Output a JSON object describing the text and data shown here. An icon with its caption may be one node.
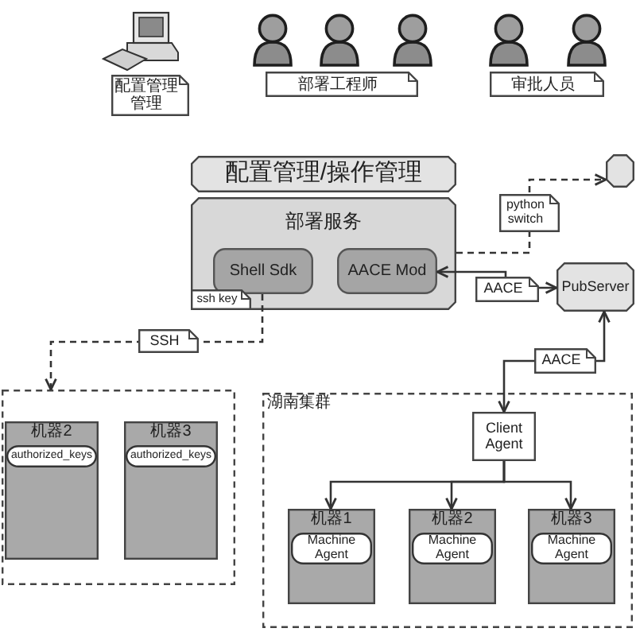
{
  "diagram": {
    "nodes": [
      {
        "text": [
          "配置管理管理"
        ]
      },
      {
        "text": [
          "部署工程师"
        ]
      },
      {
        "text": [
          "审批人员"
        ]
      },
      {
        "text": [
          "配置管理/操作管理"
        ]
      },
      {
        "text": [],
        "shape": "octagon"
      },
      {
        "text": [
          "部署服务"
        ]
      },
      {
        "text": [
          "Shell Sdk"
        ],
        "in": 5,
        "beside": [
          "ssh key"
        ]
      },
      {
        "text": [
          "AACE Mod"
        ],
        "in": 5
      },
      {
        "text": [
          "PubServer"
        ]
      },
      {
        "text": [],
        "shape": "box"
      },
      {
        "text": [
          "机器2"
        ],
        "in": 9
      },
      {
        "text": [
          "authorized_keys"
        ],
        "in": 10
      },
      {
        "text": [
          "机器3"
        ],
        "in": 9
      },
      {
        "text": [
          "authorized_keys"
        ],
        "in": 12
      },
      {
        "text": [
          "湖南集群"
        ]
      },
      {
        "text": [
          "Client Agent"
        ],
        "in": 14
      },
      {
        "text": [
          "机器1"
        ],
        "in": 14
      },
      {
        "text": [
          "Machine Agent"
        ],
        "in": 16
      },
      {
        "text": [
          "机器2"
        ],
        "in": 14
      },
      {
        "text": [
          "Machine Agent"
        ],
        "in": 18
      },
      {
        "text": [
          "机器3"
        ],
        "in": 14
      },
      {
        "text": [
          "Machine Agent"
        ],
        "in": 20
      }
    ],
    "edges": [
      {
        "from": 5,
        "to": 4,
        "arrow": "to",
        "style": "dashed",
        "label": "python switch"
      },
      {
        "from": 7,
        "to": 8,
        "arrow": "both",
        "label": "AACE"
      },
      {
        "from": 15,
        "to": 8,
        "arrow": "both",
        "label": "AACE"
      },
      {
        "from": 6,
        "to": 9,
        "arrow": "to",
        "style": "dashed",
        "label": "SSH"
      },
      {
        "from": 15,
        "to": 16,
        "arrow": "to"
      },
      {
        "from": 15,
        "to": 18,
        "arrow": "to"
      },
      {
        "from": 15,
        "to": 20,
        "arrow": "to"
      }
    ]
  }
}
